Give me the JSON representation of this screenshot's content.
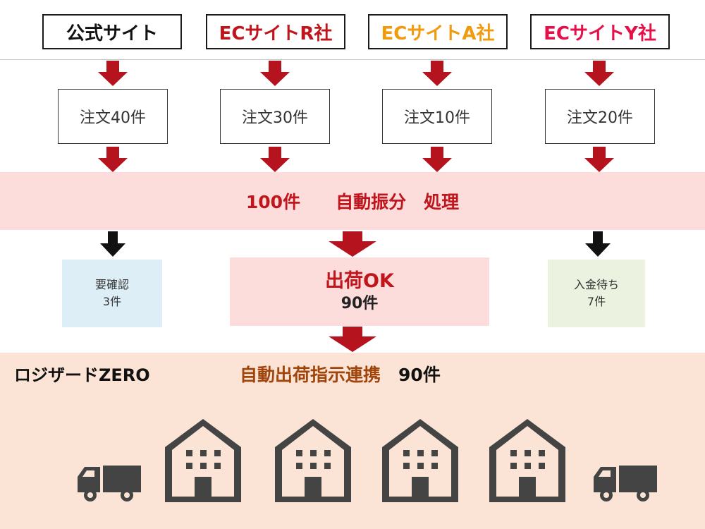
{
  "channels": [
    {
      "label": "公式サイト",
      "color": "#111111"
    },
    {
      "label": "ECサイトR社",
      "color": "#c0151c"
    },
    {
      "label": "ECサイトA社",
      "color": "#f29a0e"
    },
    {
      "label": "ECサイトY社",
      "color": "#e5104a"
    }
  ],
  "orders": [
    "注文40件",
    "注文30件",
    "注文10件",
    "注文20件"
  ],
  "process": {
    "count": "100件",
    "label": "自動振分　処理"
  },
  "outcomes": {
    "check": {
      "title": "要確認",
      "count": "3件",
      "bg": "#deeef6"
    },
    "ok": {
      "title": "出荷OK",
      "count": "90件",
      "bg": "#fddcdc"
    },
    "payment": {
      "title": "入金待ち",
      "count": "7件",
      "bg": "#ebf2e0"
    }
  },
  "system": {
    "name": "ロジザードZERO",
    "sync_label": "自動出荷指示連携",
    "sync_count": "90件"
  },
  "colors": {
    "accent_red": "#b5141e",
    "arrow_black": "#111111",
    "icon_gray": "#444444"
  },
  "icons": [
    "truck-icon",
    "warehouse-icon",
    "warehouse-icon",
    "warehouse-icon",
    "warehouse-icon",
    "truck-icon"
  ]
}
